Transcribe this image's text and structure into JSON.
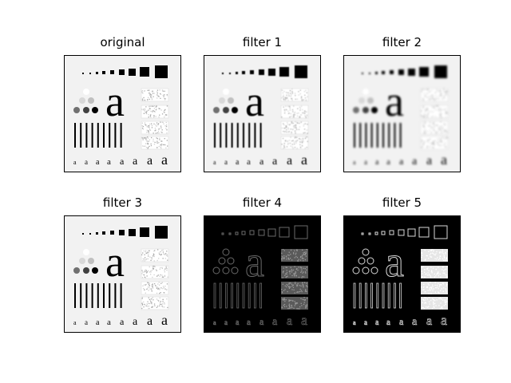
{
  "figure": {
    "panels": [
      {
        "title": "original",
        "variant": "light",
        "stroke": "#000000",
        "blur": 0
      },
      {
        "title": "filter 1",
        "variant": "light",
        "stroke": "#000000",
        "blur": 0.5
      },
      {
        "title": "filter 2",
        "variant": "light",
        "stroke": "#000000",
        "blur": 1.2
      },
      {
        "title": "filter 3",
        "variant": "light",
        "stroke": "#000000",
        "blur": 0.2
      },
      {
        "title": "filter 4",
        "variant": "dark",
        "stroke": "#6a6a6a",
        "blur": 0
      },
      {
        "title": "filter 5",
        "variant": "dark",
        "stroke": "#d8d8d8",
        "blur": 0
      }
    ],
    "glyph": "a",
    "colors": {
      "light_bg": "#f2f2f2",
      "dark_bg": "#000000",
      "frame": "#000000",
      "dot_colors": [
        "#ffffff",
        "#d8d8d8",
        "#c0c0c0",
        "#707070",
        "#404040",
        "#000000"
      ]
    }
  }
}
